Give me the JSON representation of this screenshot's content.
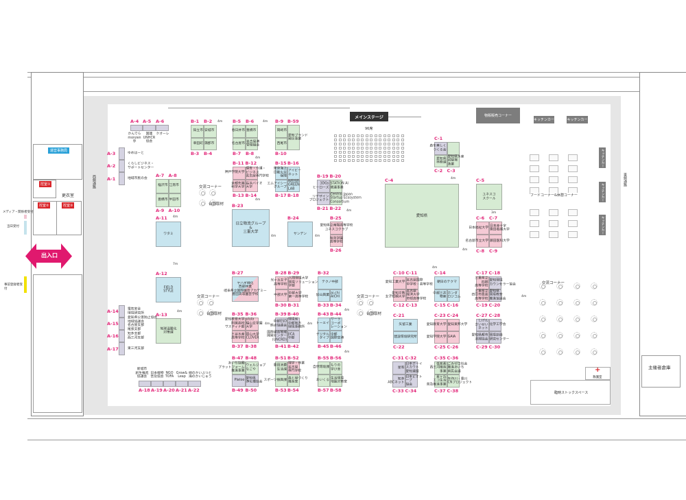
{
  "colors": {
    "green": "#d6ebd3",
    "pink": "#f5cad5",
    "blue": "#c8e5ef",
    "grey": "#d5d3e2",
    "code": "#e2287a",
    "entrance": "#e0196e"
  },
  "main_stage": {
    "label": "メインステージ",
    "seats": "96席"
  },
  "sales_corner": "物販販売コーナー",
  "kitchen_cars": [
    "キッチンカー",
    "キッチンカー"
  ],
  "side_signs": [
    "キッチンカー",
    "キッチンカー",
    "キッチンカー"
  ],
  "food_corner": "フードコーナー&休憩コーナー",
  "first_aid": "救護室",
  "stock_space": "臨時ストックスペース",
  "organizer_storage": "主催者倉庫",
  "corridors": {
    "west": "西側通路",
    "east": "東側通路"
  },
  "left_building": {
    "office": "運営事務局",
    "waiting_rooms": [
      "控室①",
      "控室②",
      "控室③"
    ],
    "changing_room": "更衣室",
    "media_reception": "メディア・関係者受付",
    "day_reception": "当日受付",
    "entrance": "出入口",
    "preregistered_reception": "事前登録者受付"
  },
  "exchange_corners": [
    {
      "label": "交流コーナー",
      "sub": "合同取材"
    },
    {
      "label": "交流コーナー",
      "sub": "合同取材"
    },
    {
      "label": "交流コーナー",
      "sub": "合同取材"
    },
    {
      "label": "交流コーナー",
      "sub": "合同取材"
    }
  ],
  "aisle_labels": [
    "4m",
    "4m",
    "4m",
    "4m",
    "4m",
    "4m",
    "4m",
    "4m",
    "7m",
    "4m",
    "4m",
    "4m",
    "4m",
    "4m",
    "3m",
    "4m",
    "4m",
    "4m",
    "4m"
  ],
  "booths": [
    {
      "id": "A-1",
      "name": "地域市民の会"
    },
    {
      "id": "A-2",
      "name": "くらしビジネス・\nサポートセンター"
    },
    {
      "id": "A-3",
      "name": "ゆめはーと"
    },
    {
      "id": "A-4",
      "name": "かんでら\nmonzen\n亭"
    },
    {
      "id": "A-5",
      "name": "国連\nUNHCR\n協会"
    },
    {
      "id": "A-6",
      "name": "クオーレ"
    },
    {
      "id": "A-7",
      "name": "稲沢市"
    },
    {
      "id": "A-8",
      "name": "江南市"
    },
    {
      "id": "A-9",
      "name": "豊橋市"
    },
    {
      "id": "A-10",
      "name": "半田市"
    },
    {
      "id": "A-11",
      "name": "ワタミ"
    },
    {
      "id": "A-12",
      "name": "FIELD\nSTYLE"
    },
    {
      "id": "A-13",
      "name": "地球温暖化\n対策課"
    },
    {
      "id": "A-14",
      "name": "電気安全\n環境研究所"
    },
    {
      "id": "A-15",
      "name": "愛知県公害防止協会\n地域協議会\n名古屋支部\n尾張支部"
    },
    {
      "id": "A-16",
      "name": "知多支部\n西三河支部"
    },
    {
      "id": "A-17",
      "name": "東三河支部"
    },
    {
      "id": "A-18",
      "name": "新城市\n創生推進\n協議会"
    },
    {
      "id": "A-19",
      "name": "日本植物\n普及協会"
    },
    {
      "id": "A-20",
      "name": "NGO\nTOFA"
    },
    {
      "id": "A-21",
      "name": "Grow&\nLeap"
    },
    {
      "id": "A-22",
      "name": "緑のかいぶつと\n海のかいじゅう"
    },
    {
      "id": "B-1",
      "name": "知立市"
    },
    {
      "id": "B-2",
      "name": "安城市"
    },
    {
      "id": "B-3",
      "name": "幸田町"
    },
    {
      "id": "B-4",
      "name": "蒲郡市"
    },
    {
      "id": "B-5",
      "name": "春日井市"
    },
    {
      "id": "B-6",
      "name": "豊橋市"
    },
    {
      "id": "B-7",
      "name": "名古屋市"
    },
    {
      "id": "B-8",
      "name": "名古屋港\n管理組合"
    },
    {
      "id": "B-9",
      "name": "岡崎市"
    },
    {
      "id": "B-10",
      "name": "西尾市"
    },
    {
      "id": "B-59",
      "name": "愛知ブランド\n発信事業"
    },
    {
      "id": "B-11",
      "name": "神戸学院大学"
    },
    {
      "id": "B-12",
      "name": "保育・介護・\nビジネス\n名古屋専門学校"
    },
    {
      "id": "B-13",
      "name": "京都先端\n科学大学"
    },
    {
      "id": "B-14",
      "name": "長浜バイオ\n大学"
    },
    {
      "id": "B-15",
      "name": "東京海上\n日動火災\n保険"
    },
    {
      "id": "B-16",
      "name": "アイビー\nネット"
    },
    {
      "id": "B-17",
      "name": "エムアイシー\nグループ"
    },
    {
      "id": "B-18",
      "name": "WEISEI\nGREEN\nLAB"
    },
    {
      "id": "B-19",
      "name": "3DGs\nヒーローズ"
    },
    {
      "id": "B-20",
      "name": "STATION Ai\n関連事業"
    },
    {
      "id": "B-21",
      "name": "リデザイン\nプロジェクト"
    },
    {
      "id": "B-22",
      "name": "Central Japan\nStartup Ecosystem\nConsortium"
    },
    {
      "id": "B-23",
      "name": "日立物流グループ\n&\n三重大学"
    },
    {
      "id": "B-24",
      "name": "サンデン"
    },
    {
      "id": "B-25",
      "name": "愛知県立南陽高等学校\nユネスコクラブ"
    },
    {
      "id": "B-26",
      "name": "桜花学園\n高等学校"
    },
    {
      "id": "B-27",
      "name": "ヤハギ緑化\n西部林業\n岐阜県立国際園芸アカデミー\n豊田高等園芸学校"
    },
    {
      "id": "B-28",
      "name": "光ヶ丘女子\n高等学校"
    },
    {
      "id": "B-29",
      "name": "人間環境大学\n環境ソリューション\n学部"
    },
    {
      "id": "B-30",
      "name": "中部大学"
    },
    {
      "id": "B-31",
      "name": "中部大学\n第一高等学校"
    },
    {
      "id": "B-32",
      "name": "テクノ中部"
    },
    {
      "id": "B-33",
      "name": "加山興業"
    },
    {
      "id": "B-34",
      "name": "ai-chi\nAICHI"
    },
    {
      "id": "B-35",
      "name": "愛知教育大学\n附属高校\nサスティナ部"
    },
    {
      "id": "B-36",
      "name": "ulula\n椙山女学園\n大学"
    },
    {
      "id": "B-37",
      "name": "三谷水産\n高等学校"
    },
    {
      "id": "B-38",
      "name": "岡山大学\nCLOVER"
    },
    {
      "id": "B-39",
      "name": "中部ESD\n拠点協議会"
    },
    {
      "id": "B-40",
      "name": "環境省\n中部地方\n環境事務所"
    },
    {
      "id": "B-41",
      "name": "国際連合地域\n開発センター\n(UNCRD)"
    },
    {
      "id": "B-42",
      "name": "JICA\n中部"
    },
    {
      "id": "B-43",
      "name": "トーエイ"
    },
    {
      "id": "B-44",
      "name": "サーラ\nコーポ\nレーション"
    },
    {
      "id": "B-45",
      "name": "デジタル\nダイブ"
    },
    {
      "id": "B-46",
      "name": "中部\n国際空港"
    },
    {
      "id": "B-47",
      "name": "あいち協働\nプラットフォーム\n推進事業"
    },
    {
      "id": "B-48",
      "name": "ウェルジョブ\nなごや"
    },
    {
      "id": "B-49",
      "name": "Platoo"
    },
    {
      "id": "B-50",
      "name": "愛知県\n浄化槽協会"
    },
    {
      "id": "B-51",
      "name": "豊田消費\n生活課"
    },
    {
      "id": "B-52",
      "name": "理学・作業\n名古屋\n専門学校"
    },
    {
      "id": "B-53",
      "name": "スポーツ振興課"
    },
    {
      "id": "B-54",
      "name": "森と緑づくり\n推進室"
    },
    {
      "id": "B-55",
      "name": "自然環境課"
    },
    {
      "id": "B-56",
      "name": "もりの\n学び舎"
    },
    {
      "id": "B-57",
      "name": "あいくる"
    },
    {
      "id": "B-58",
      "name": "生活環境\n地盤対策室"
    },
    {
      "id": "C-1",
      "name": "森を美しく\nつくる会"
    },
    {
      "id": "C-2",
      "name": "愛知県\n林務課"
    },
    {
      "id": "C-3",
      "name": "愛知県水産\n試験場\n漁業"
    },
    {
      "id": "C-4",
      "name": "愛知県"
    },
    {
      "id": "C-5",
      "name": "ユネスコ\nスクール"
    },
    {
      "id": "C-6",
      "name": "日本福祉大学"
    },
    {
      "id": "C-7",
      "name": "日本赤十字\n豊田看護大学"
    },
    {
      "id": "C-8",
      "name": "名古屋市立大学"
    },
    {
      "id": "C-9",
      "name": "藤田医科大学"
    },
    {
      "id": "C-10",
      "name": "愛知工業大学"
    },
    {
      "id": "C-11",
      "name": "名古屋国際\n中学校・高等学校"
    },
    {
      "id": "C-12",
      "name": "愛知文教\n女子短期大学"
    },
    {
      "id": "C-13",
      "name": "名古屋\n経済大学\n市邨高等学校"
    },
    {
      "id": "C-14",
      "name": "朝日のテクマ"
    },
    {
      "id": "C-15",
      "name": "中部三井\n物産"
    },
    {
      "id": "C-16",
      "name": "ホンダ\nロジコム"
    },
    {
      "id": "C-17",
      "name": "三重県立\n四郷\n高等学校"
    },
    {
      "id": "C-18",
      "name": "愛知環境\nカウンセラー協会"
    },
    {
      "id": "C-19",
      "name": "三重県立\n四日市農芸\n高等学校"
    },
    {
      "id": "C-20",
      "name": "愛知県\n環境教育\n推進協議会"
    },
    {
      "id": "C-21",
      "name": "矢留工業"
    },
    {
      "id": "C-22",
      "name": "建設環境研究所"
    },
    {
      "id": "C-23",
      "name": "愛知教育大学"
    },
    {
      "id": "C-24",
      "name": "愛知東邦大学"
    },
    {
      "id": "C-25",
      "name": "愛知学院大学"
    },
    {
      "id": "C-26",
      "name": "GAIA"
    },
    {
      "id": "C-27",
      "name": "しげん\nさいせい\nネット"
    },
    {
      "id": "C-28",
      "name": "化学工学会"
    },
    {
      "id": "C-29",
      "name": "愛知県都市\n清掃協会"
    },
    {
      "id": "C-30",
      "name": "環境創造\n研究センター"
    },
    {
      "id": "C-31",
      "name": "星和"
    },
    {
      "id": "C-32",
      "name": "日本ボーイ\nスカウト\n愛知連盟"
    },
    {
      "id": "C-33",
      "name": "知多\nABCネット"
    },
    {
      "id": "C-34",
      "name": "日本ビオトープ\n協会"
    },
    {
      "id": "C-35",
      "name": "低炭素\n西三河推進\n事業"
    },
    {
      "id": "C-36",
      "name": "ごみゼロ社会\n推進あいち\n県民会議"
    },
    {
      "id": "C-37",
      "name": "星ヶ丘\nエコ生活\n普及推進事業"
    },
    {
      "id": "C-38",
      "name": "矢作川・豊川\nCNプロジェクト"
    }
  ]
}
